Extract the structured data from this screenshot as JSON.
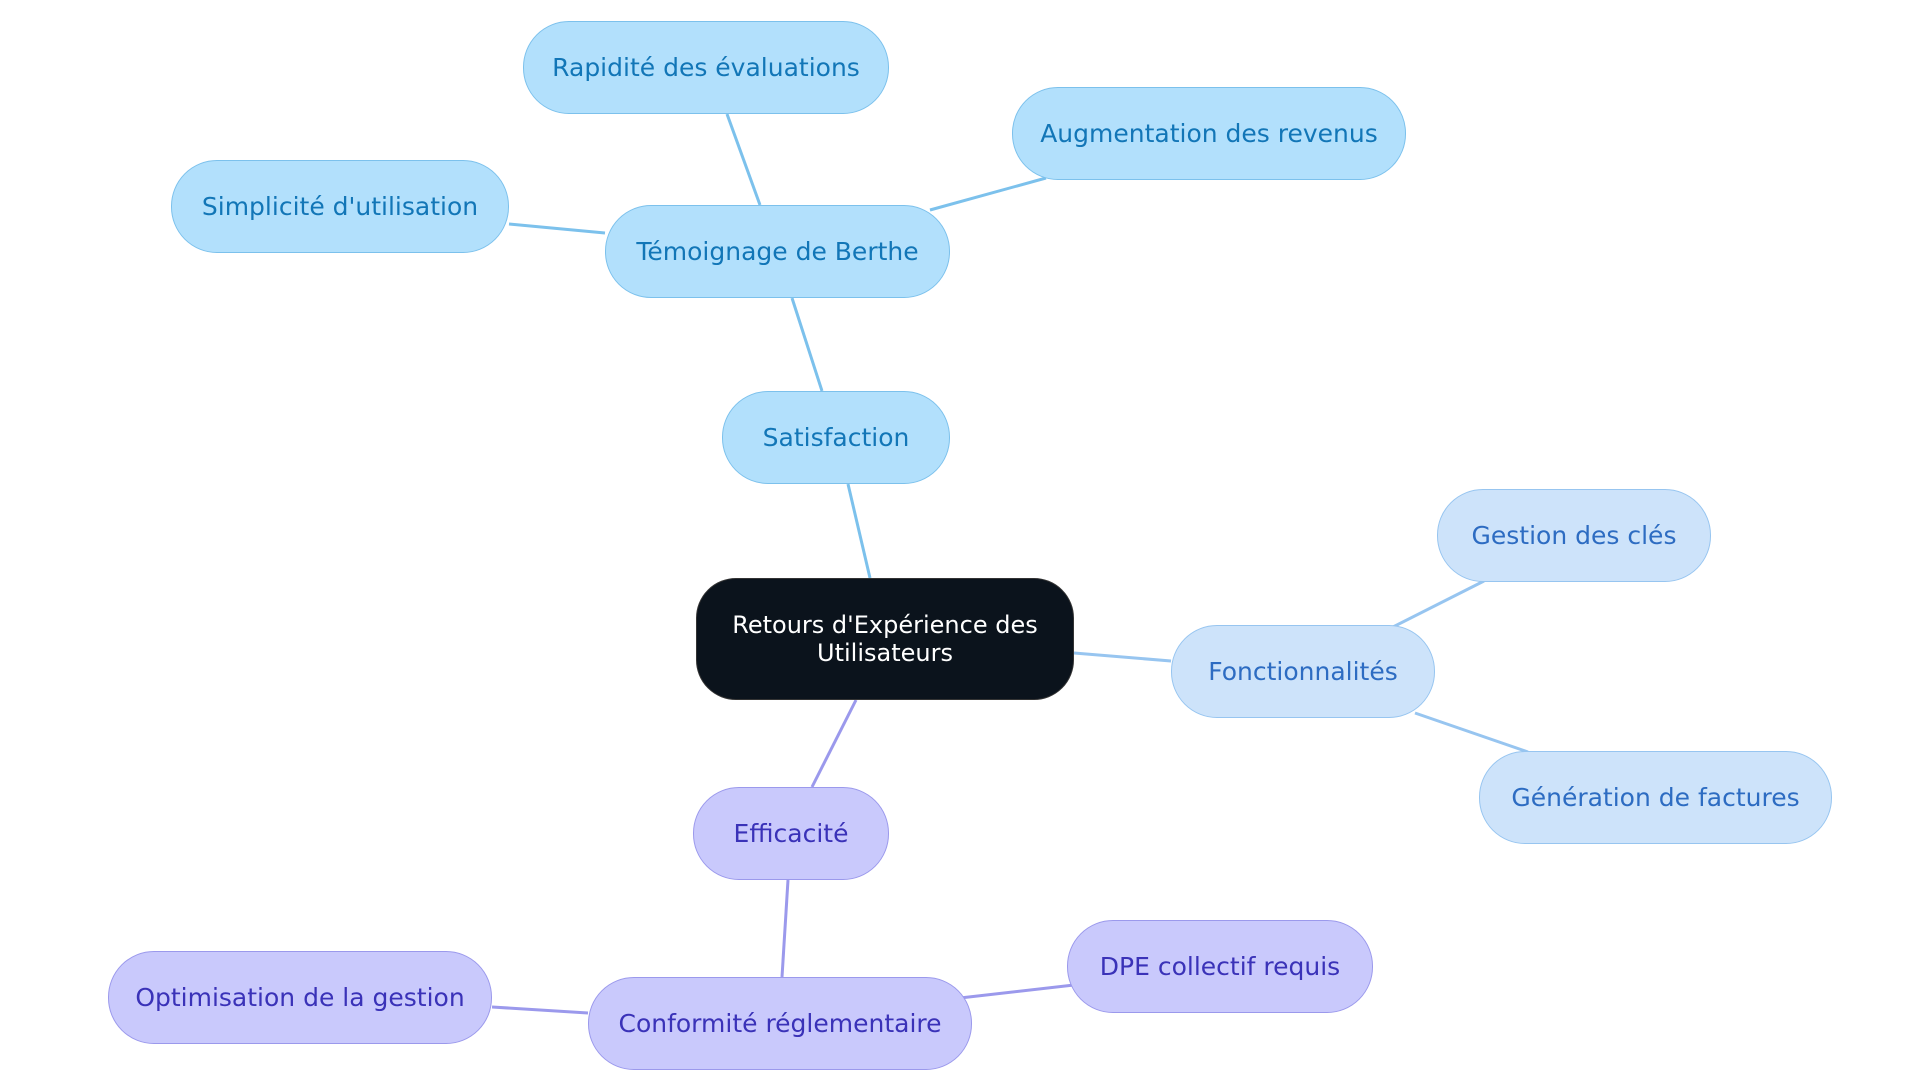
{
  "root": {
    "label": "Retours d'Expérience des Utilisateurs"
  },
  "branches": {
    "satisfaction": {
      "label": "Satisfaction",
      "temoignage": {
        "label": "Témoignage de Berthe",
        "children": [
          "Rapidité des évaluations",
          "Simplicité d'utilisation",
          "Augmentation des revenus"
        ]
      }
    },
    "fonctionnalites": {
      "label": "Fonctionnalités",
      "children": [
        "Gestion des clés",
        "Génération de factures"
      ]
    },
    "efficacite": {
      "label": "Efficacité",
      "conformite": {
        "label": "Conformité réglementaire",
        "children": [
          "Optimisation de la gestion",
          "DPE collectif requis"
        ]
      }
    }
  },
  "colors": {
    "root_fill": "#0b131c",
    "satisfaction_fill": "#b2e0fc",
    "fonctionnalites_fill": "#cde3fa",
    "efficacite_fill": "#c9c9fc",
    "edge_blue": "#7cc1ec",
    "edge_pale": "#97c5f0",
    "edge_violet": "#9b99ec"
  }
}
